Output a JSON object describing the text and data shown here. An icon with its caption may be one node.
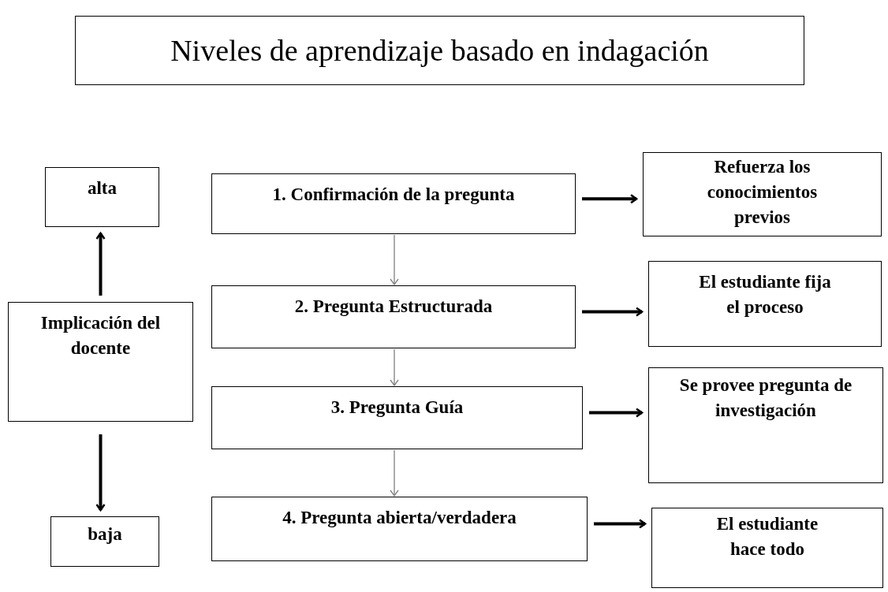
{
  "diagram": {
    "title": "Niveles de aprendizaje basado en indagación",
    "nodes": [
      {
        "text": [
          "alta"
        ]
      },
      {
        "text": [
          "Implicación del docente"
        ]
      },
      {
        "text": [
          "baja"
        ]
      },
      {
        "text": [
          "1. Confirmación de la pregunta"
        ]
      },
      {
        "text": [
          "2. Pregunta Estructurada"
        ]
      },
      {
        "text": [
          "3. Pregunta Guía"
        ]
      },
      {
        "text": [
          "4. Pregunta abierta/verdadera"
        ]
      },
      {
        "text": [
          "Refuerza los conocimientos previos"
        ]
      },
      {
        "text": [
          "El estudiante fija el proceso"
        ]
      },
      {
        "text": [
          "Se provee pregunta de investigación"
        ]
      },
      {
        "text": [
          "El estudiante hace todo"
        ]
      }
    ],
    "edges": [
      {
        "from": 1,
        "to": 0,
        "arrow": "to"
      },
      {
        "from": 1,
        "to": 2,
        "arrow": "to"
      },
      {
        "from": 3,
        "to": 4,
        "arrow": "to",
        "color": "#7f7f7f"
      },
      {
        "from": 4,
        "to": 5,
        "arrow": "to",
        "color": "#7f7f7f"
      },
      {
        "from": 5,
        "to": 6,
        "arrow": "to",
        "color": "#7f7f7f"
      },
      {
        "from": 3,
        "to": 7,
        "arrow": "to"
      },
      {
        "from": 4,
        "to": 8,
        "arrow": "to"
      },
      {
        "from": 5,
        "to": 9,
        "arrow": "to"
      },
      {
        "from": 6,
        "to": 10,
        "arrow": "to"
      }
    ]
  }
}
